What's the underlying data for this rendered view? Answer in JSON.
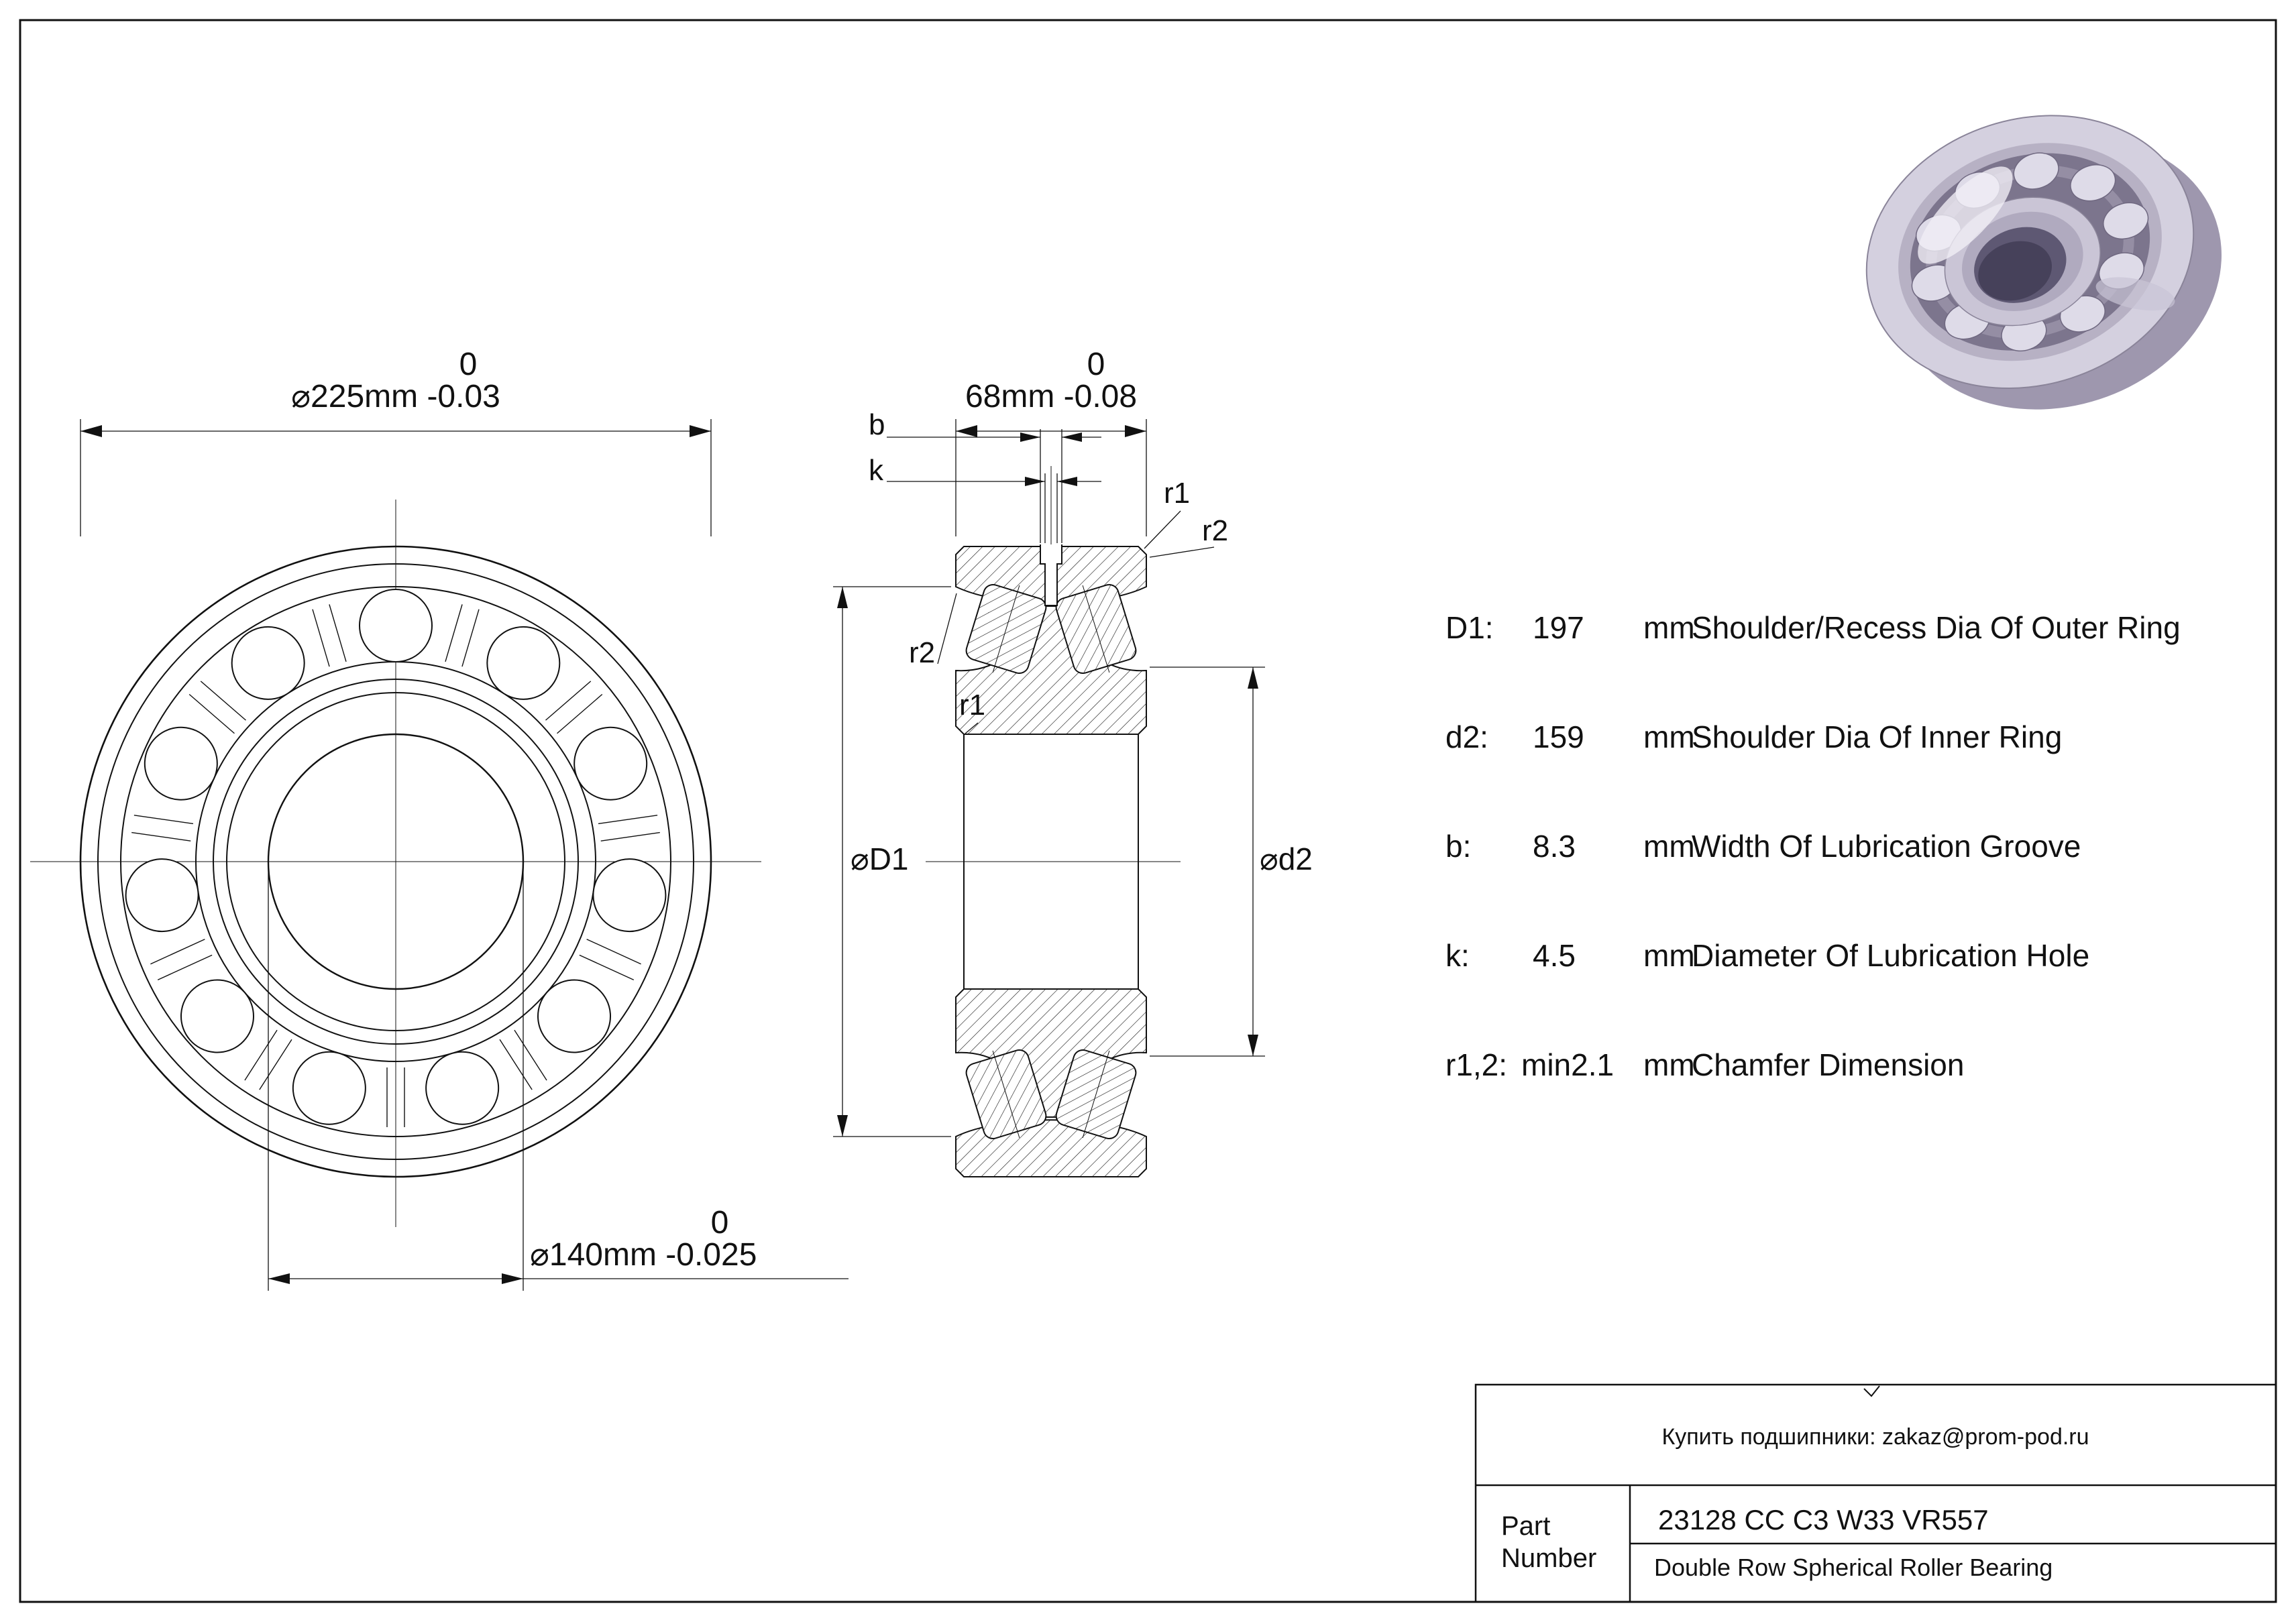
{
  "drawing": {
    "front_view": {
      "dim_outer": {
        "tol_upper": "0",
        "text": "⌀225mm -0.03"
      },
      "dim_bore": {
        "tol_upper": "0",
        "text": "⌀140mm -0.025"
      }
    },
    "section_view": {
      "dim_width": {
        "tol_upper": "0",
        "text": "68mm -0.08"
      },
      "groove_width_label": "b",
      "hole_dia_label": "k",
      "chamfer_r1_top": "r1",
      "chamfer_r2_top": "r2",
      "chamfer_r2_left": "r2",
      "chamfer_r1_left": "r1",
      "outer_shoulder_label": "⌀D1",
      "inner_shoulder_label": "⌀d2"
    }
  },
  "specs": {
    "rows": [
      {
        "name": "D1:",
        "value": "197",
        "unit": "mm",
        "desc": "Shoulder/Recess Dia Of Outer Ring"
      },
      {
        "name": "d2:",
        "value": "159",
        "unit": "mm",
        "desc": "Shoulder Dia Of Inner Ring"
      },
      {
        "name": "b:",
        "value": "8.3",
        "unit": "mm",
        "desc": "Width Of Lubrication Groove"
      },
      {
        "name": "k:",
        "value": "4.5",
        "unit": "mm",
        "desc": "Diameter Of Lubrication Hole"
      },
      {
        "name": "r1,2:",
        "value": "min2.1",
        "unit": "mm",
        "desc": "Chamfer Dimension"
      }
    ]
  },
  "title_block": {
    "contact": "Купить подшипники: zakaz@prom-pod.ru",
    "part_label": "Part Number",
    "part_number": "23128 CC C3 W33 VR557",
    "description": "Double Row Spherical Roller Bearing"
  }
}
